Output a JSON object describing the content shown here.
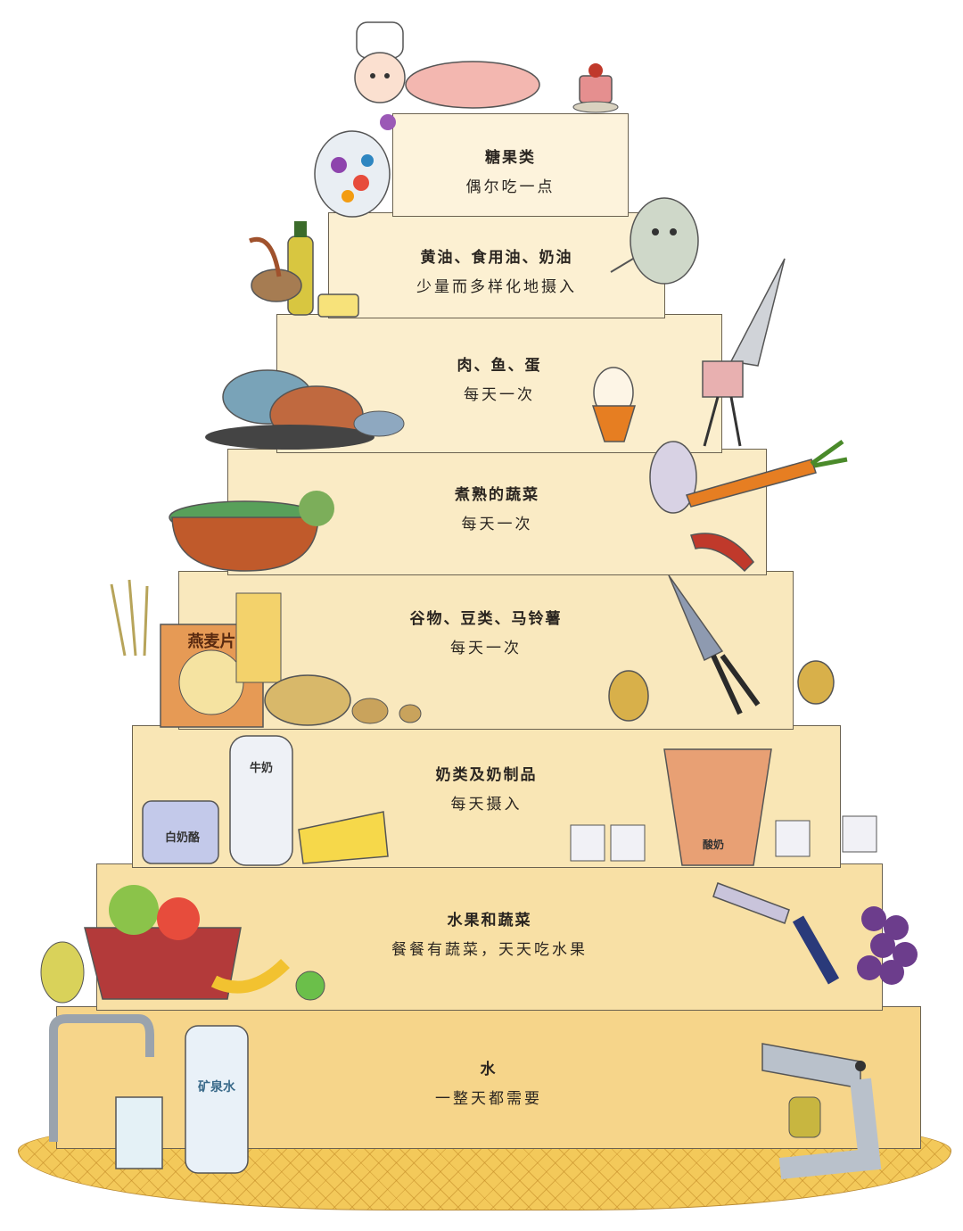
{
  "pyramid": {
    "levels": [
      {
        "name": "糖果类",
        "desc": "偶尔吃一点"
      },
      {
        "name": "黄油、食用油、奶油",
        "desc": "少量而多样化地摄入"
      },
      {
        "name": "肉、鱼、蛋",
        "desc": "每天一次"
      },
      {
        "name": "煮熟的蔬菜",
        "desc": "每天一次"
      },
      {
        "name": "谷物、豆类、马铃薯",
        "desc": "每天一次"
      },
      {
        "name": "奶类及奶制品",
        "desc": "每天摄入"
      },
      {
        "name": "水果和蔬菜",
        "desc": "餐餐有蔬菜，天天吃水果"
      },
      {
        "name": "水",
        "desc": "一整天都需要"
      }
    ]
  },
  "illustration_labels": {
    "oat_box": "燕麦片",
    "milk_bottle": "牛奶",
    "cheese_jar": "白奶酪",
    "yogurt_cup": "酸奶",
    "water_bottle": "矿泉水"
  },
  "colors": {
    "step_outline": "#6b6250",
    "floor": "#f3c95a",
    "text": "#2a2520"
  }
}
